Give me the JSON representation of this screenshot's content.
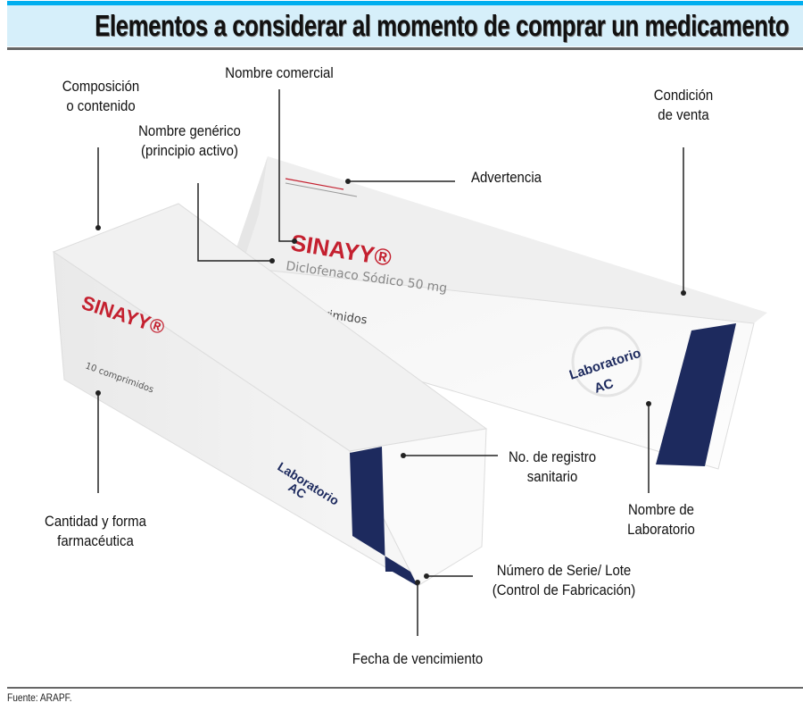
{
  "title": "Elementos a considerar al momento de comprar un medicamento",
  "labels": {
    "composicion": [
      "Composición",
      "o contenido"
    ],
    "nombre_comercial": [
      "Nombre comercial"
    ],
    "nombre_generico": [
      "Nombre genérico",
      "(principio activo)"
    ],
    "advertencia": [
      "Advertencia"
    ],
    "condicion_venta": [
      "Condición",
      "de venta"
    ],
    "registro_sanitario": [
      "No. de registro",
      "sanitario"
    ],
    "nombre_laboratorio": [
      "Nombre de",
      "Laboratorio"
    ],
    "serie_lote": [
      "Número de Serie/ Lote",
      "(Control de Fabricación)"
    ],
    "fecha_vencimiento": [
      "Fecha de vencimiento"
    ],
    "cantidad_forma": [
      "Cantidad y forma",
      "farmacéutica"
    ]
  },
  "box_back": {
    "brand": "SINAYY®",
    "generic": "Diclofenaco Sódico 50 mg",
    "quantity": "10 comprimidos",
    "lab": [
      "Laboratorio",
      "AC"
    ]
  },
  "box_front": {
    "brand": "SINAYY®",
    "quantity": "10 comprimidos",
    "lab": [
      "Laboratorio",
      "AC"
    ]
  },
  "colors": {
    "accent": "#00aeef",
    "title_bg": "#d6effa",
    "brand_red": "#c4202f",
    "stripe_navy": "#1d2a5e"
  },
  "source": "Fuente: ARAPF."
}
